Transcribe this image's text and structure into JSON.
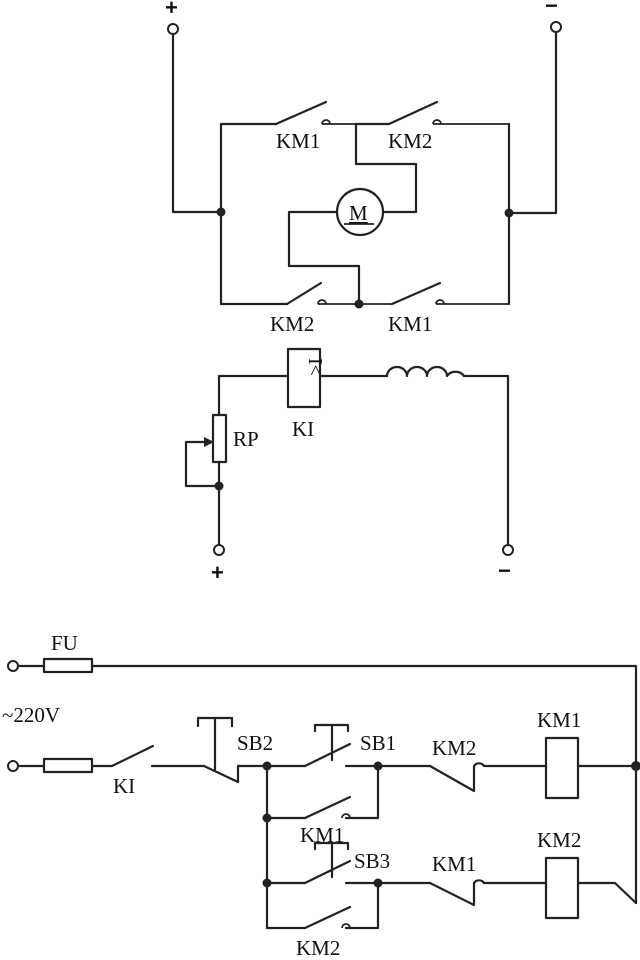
{
  "armature": {
    "plus": "+",
    "minus": "−",
    "top_left_contact": "KM1",
    "top_right_contact": "KM2",
    "bottom_left_contact": "KM2",
    "bottom_right_contact": "KM1",
    "motor": "M"
  },
  "field": {
    "relay": "KI",
    "relay_symbol": "I<",
    "rheostat": "RP",
    "plus": "+",
    "minus": "−"
  },
  "control": {
    "fuse": "FU",
    "supply": "~220V",
    "relay_contact": "KI",
    "stop_button": "SB2",
    "forward_button": "SB1",
    "forward_hold": "KM1",
    "forward_interlock": "KM2",
    "forward_coil": "KM1",
    "reverse_button": "SB3",
    "reverse_hold": "KM2",
    "reverse_interlock": "KM1",
    "reverse_coil": "KM2"
  }
}
